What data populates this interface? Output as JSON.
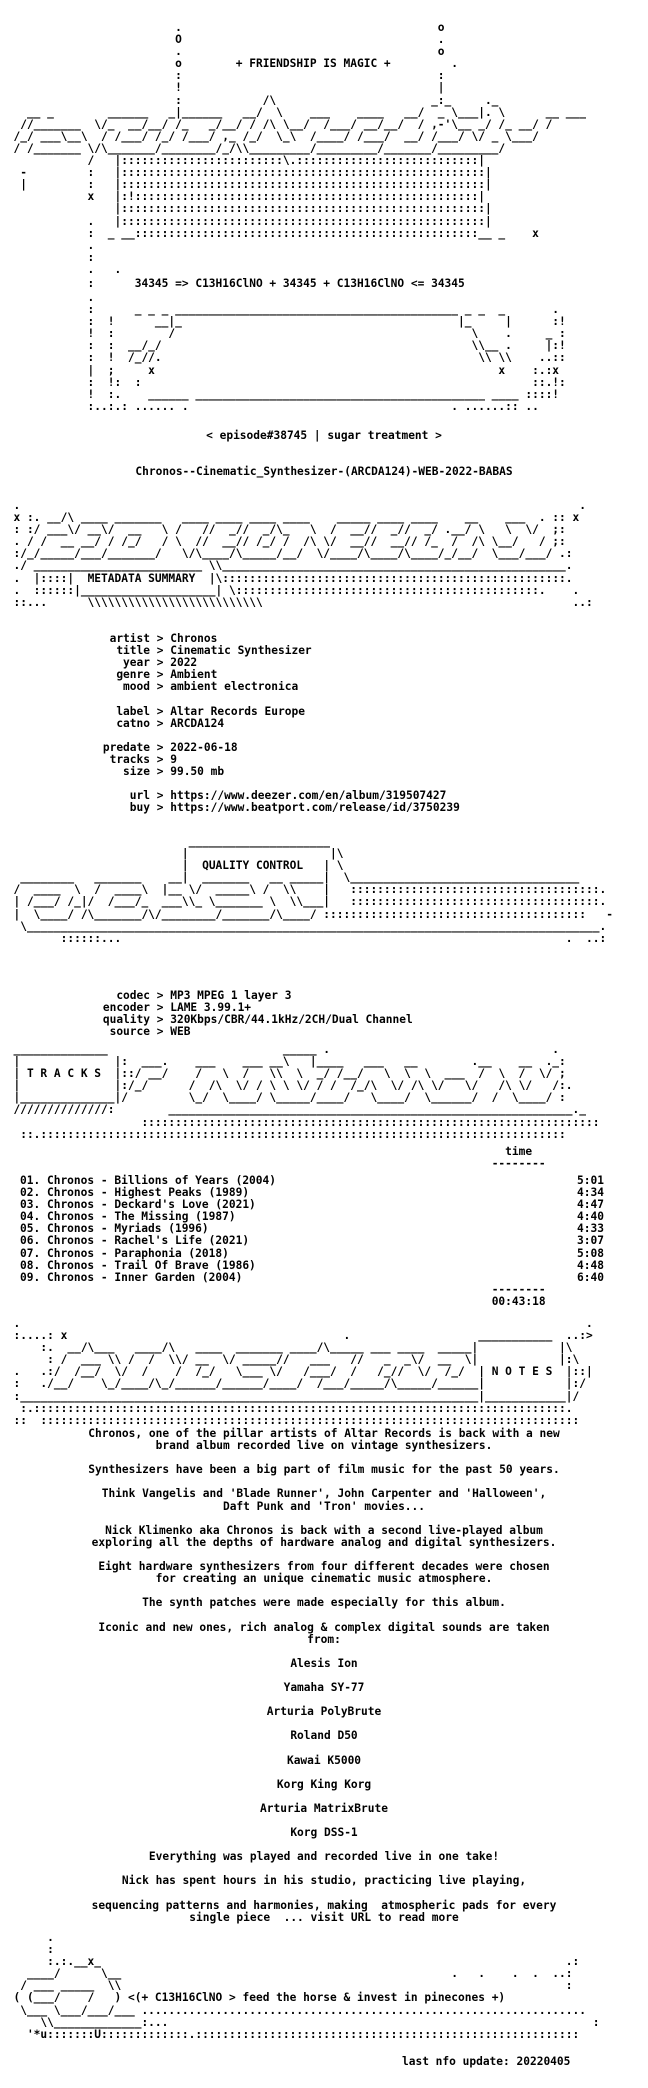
{
  "header": {
    "tagline": "+ FRIENDSHIP IS MAGIC +",
    "formula": "34345 => C13H16ClNO + 34345 + C13H16ClNO <= 34345",
    "episode": "< episode#38745 | sugar treatment >",
    "release": "Chronos--Cinematic_Synthesizer-(ARCDA124)-WEB-2022-BABAS"
  },
  "metadata": {
    "section_title": "METADATA SUMMARY",
    "rows": [
      {
        "key": "artist",
        "value": "Chronos"
      },
      {
        "key": "title",
        "value": "Cinematic Synthesizer"
      },
      {
        "key": "year",
        "value": "2022"
      },
      {
        "key": "genre",
        "value": "Ambient"
      },
      {
        "key": "mood",
        "value": "ambient electronica"
      },
      {
        "key": "",
        "value": ""
      },
      {
        "key": "label",
        "value": "Altar Records Europe"
      },
      {
        "key": "catno",
        "value": "ARCDA124"
      },
      {
        "key": "",
        "value": ""
      },
      {
        "key": "predate",
        "value": "2022-06-18"
      },
      {
        "key": "tracks",
        "value": "9"
      },
      {
        "key": "size",
        "value": "99.50 mb"
      },
      {
        "key": "",
        "value": ""
      },
      {
        "key": "url",
        "value": "https://www.deezer.com/en/album/319507427"
      },
      {
        "key": "buy",
        "value": "https://www.beatport.com/release/id/3750239"
      }
    ]
  },
  "quality": {
    "section_title": "QUALITY CONTROL",
    "rows": [
      {
        "key": "codec",
        "value": "MP3 MPEG 1 layer 3"
      },
      {
        "key": "encoder",
        "value": "LAME 3.99.1+"
      },
      {
        "key": "quality",
        "value": "320Kbps/CBR/44.1kHz/2CH/Dual Channel"
      },
      {
        "key": "source",
        "value": "WEB"
      }
    ]
  },
  "tracks": {
    "section_title": "T R A C K S",
    "time_header": "time",
    "rule": "--------",
    "items": [
      {
        "num": "01.",
        "artist": "Chronos",
        "title": "Billions of Years (2004)",
        "time": "5:01"
      },
      {
        "num": "02.",
        "artist": "Chronos",
        "title": "Highest Peaks (1989)",
        "time": "4:34"
      },
      {
        "num": "03.",
        "artist": "Chronos",
        "title": "Deckard's Love (2021)",
        "time": "4:47"
      },
      {
        "num": "04.",
        "artist": "Chronos",
        "title": "The Missing (1987)",
        "time": "4:40"
      },
      {
        "num": "05.",
        "artist": "Chronos",
        "title": "Myriads (1996)",
        "time": "4:33"
      },
      {
        "num": "06.",
        "artist": "Chronos",
        "title": "Rachel's Life (2021)",
        "time": "3:07"
      },
      {
        "num": "07.",
        "artist": "Chronos",
        "title": "Paraphonia (2018)",
        "time": "5:08"
      },
      {
        "num": "08.",
        "artist": "Chronos",
        "title": "Trail Of Brave (1986)",
        "time": "4:48"
      },
      {
        "num": "09.",
        "artist": "Chronos",
        "title": "Inner Garden (2004)",
        "time": "6:40"
      }
    ],
    "total": "00:43:18"
  },
  "notes": {
    "section_title": "N O T E S",
    "paragraphs": [
      "Chronos, one of the pillar artists of Altar Records is back with a new\nbrand album recorded live on vintage synthesizers.",
      "Synthesizers have been a big part of film music for the past 50 years.",
      "Think Vangelis and 'Blade Runner', John Carpenter and 'Halloween',\nDaft Punk and 'Tron' movies...",
      "Nick Klimenko aka Chronos is back with a second live-played album\nexploring all the depths of hardware analog and digital synthesizers.",
      "Eight hardware synthesizers from four different decades were chosen\nfor creating an unique cinematic music atmosphere.",
      "The synth patches were made especially for this album.",
      "Iconic and new ones, rich analog & complex digital sounds are taken\nfrom:",
      "Alesis Ion",
      "Yamaha SY-77",
      "Arturia PolyBrute",
      "Roland D50",
      "Kawai K5000",
      "Korg King Korg",
      "Arturia MatrixBrute",
      "Korg DSS-1",
      "Everything was played and recorded live in one take!",
      "Nick has spent hours in his studio, practicing live playing,",
      "sequencing patterns and harmonies, making  atmospheric pads for every\nsingle piece  ... visit URL to read more"
    ]
  },
  "footer": {
    "slogan": "<(+ C13H16ClNO > feed the horse & invest in pinecones +)",
    "updated": "last nfo update: 20220405"
  }
}
